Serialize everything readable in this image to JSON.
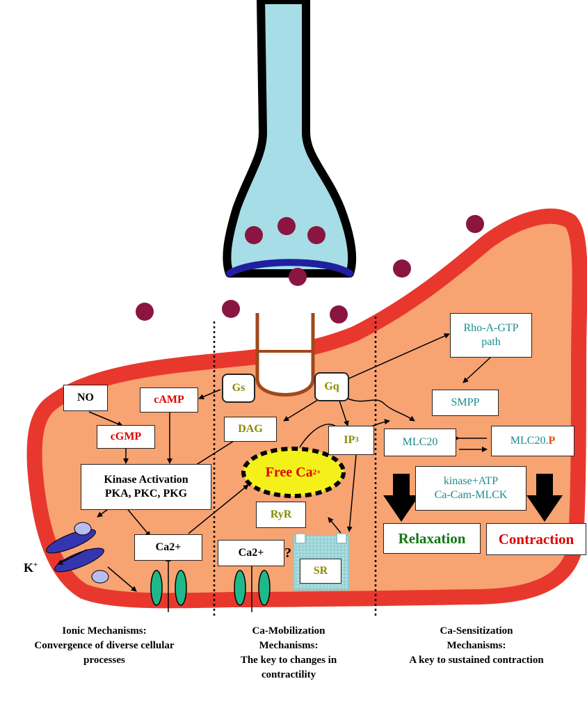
{
  "colors": {
    "cell_fill": "#f7a372",
    "cell_border": "#e8382e",
    "vesicle": "#8a1540",
    "terminal_fill": "#a6dde6",
    "free_ca_fill": "#f4f11a",
    "sr_fill": "#a8dde0",
    "channel": "#1fb889",
    "k_channel": "#3535b0"
  },
  "labels": {
    "no": "NO",
    "camp": "cAMP",
    "cgmp": "cGMP",
    "gs": "Gs",
    "gq": "Gq",
    "dag": "DAG",
    "ip3": "IP",
    "ip3_sub": "3",
    "free_ca": "Free Ca",
    "free_ca_sup": "2+",
    "kinase_line1": "Kinase Activation",
    "kinase_line2": "PKA, PKC, PKG",
    "ryr": "RyR",
    "ca2_left": "Ca2+",
    "ca2_mid": "Ca2+",
    "question": "?",
    "sr": "SR",
    "k": "K",
    "k_sup": "+",
    "rho_line1": "Rho-A-GTP",
    "rho_line2": "path",
    "smpp": "SMPP",
    "mlc20": "MLC20",
    "mlc20p": "MLC20.",
    "mlc20p_suffix": "P",
    "kinase_atp_line1": "kinase+ATP",
    "kinase_atp_line2": "Ca-Cam-MLCK",
    "relaxation": "Relaxation",
    "contraction": "Contraction"
  },
  "captions": {
    "ionic_line1": "Ionic Mechanisms:",
    "ionic_line2": "Convergence of diverse cellular",
    "ionic_line3": "processes",
    "mob_line1": "Ca-Mobilization",
    "mob_line2": "Mechanisms:",
    "mob_line3": "The key to changes in",
    "mob_line4": "contractility",
    "sens_line1": "Ca-Sensitization",
    "sens_line2": "Mechanisms:",
    "sens_line3": "A key to sustained contraction"
  }
}
